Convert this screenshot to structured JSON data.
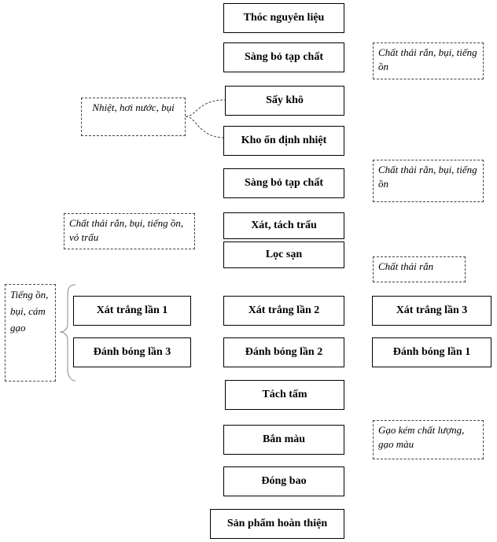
{
  "steps": {
    "raw_paddy": "Thóc nguyên liệu",
    "cleaning_1": "Sàng bỏ tạp chất",
    "drying": "Sấy khô",
    "storage": "Kho ổn định nhiệt",
    "cleaning_2": "Sàng bỏ tạp chất",
    "husking": "Xát, tách trấu",
    "destoning": "Lọc sạn",
    "whitening_1": "Xát trắng lần 1",
    "whitening_2": "Xát trắng lần 2",
    "whitening_3": "Xát trắng lần 3",
    "polishing_3": "Đánh bóng lần 3",
    "polishing_2": "Đánh bóng lần 2",
    "polishing_1": "Đánh bóng lần 1",
    "broken_separation": "Tách tấm",
    "color_sorting": "Bắn màu",
    "bagging": "Đóng bao",
    "final_product": "Sản phẩm hoàn thiện"
  },
  "waste_notes": {
    "cleaning_1_waste": "Chất thải rắn, bụi, tiếng ồn",
    "drying_emissions": "Nhiệt, hơi nước, bụi",
    "cleaning_2_waste": "Chất thải rắn, bụi, tiếng ồn",
    "husking_waste": "Chất thải rắn, bụi, tiếng ồn, vỏ trấu",
    "destoning_waste": "Chất thải rắn",
    "whitening_waste": "Tiếng ồn, bụi, cám gạo",
    "sorting_waste": "Gạo kém chất lượng, gạo màu"
  }
}
